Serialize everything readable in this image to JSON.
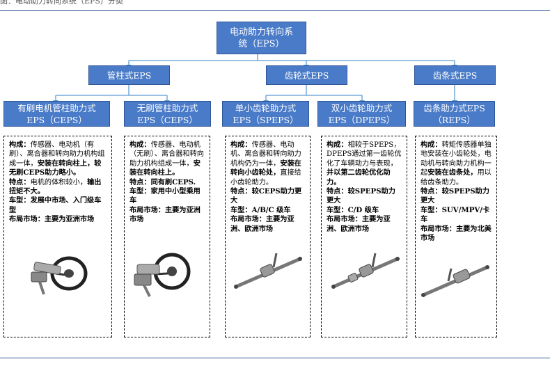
{
  "header_caption": "图：电动助力转向系统（EPS）分类",
  "root": {
    "line1": "电动助力转向系",
    "line2": "统（EPS）"
  },
  "categories": [
    {
      "label": "管柱式EPS"
    },
    {
      "label": "齿轮式EPS"
    },
    {
      "label": "齿条式EPS"
    }
  ],
  "subtypes": [
    {
      "line1": "有刷电机管柱助力式",
      "line2": "EPS（CEPS）"
    },
    {
      "line1": "无刷管柱助力式",
      "line2": "EPS（CEPS）"
    },
    {
      "line1": "单小齿轮助力式",
      "line2": "EPS（SPEPS）"
    },
    {
      "line1": "双小齿轮助力式",
      "line2": "EPS（DPEPS）"
    },
    {
      "line1": "齿条助力式EPS",
      "line2": "（REPS）"
    }
  ],
  "details": [
    {
      "comp_label": "构成：",
      "comp_text": "传感器、电动机（有刷）、离合器和转向助力机构组成一体，",
      "comp_bold": "安装在转向柱上，较无刷CEPS助力略小。",
      "feat_label": "特点：",
      "feat_text": "电机的体积较小，",
      "feat_bold": "输出扭矩不大。",
      "model_label": "车型：",
      "model_text": "发展中市场、入门级车型",
      "market_label": "布局市场：",
      "market_text": "主要为亚洲市场"
    },
    {
      "comp_label": "构成：",
      "comp_text": "传感器、电动机（无刷）、离合器和转向助力机构组成一体，",
      "comp_bold": "安装在转向柱上。",
      "feat_label": "特点：",
      "feat_text": "同有刷CEPS.",
      "feat_bold": "",
      "model_label": "车型：",
      "model_text": "家用中小型乘用车",
      "market_label": "布局市场：",
      "market_text": "主要为亚洲市场"
    },
    {
      "comp_label": "构成：",
      "comp_text": "传感器、电动机、离合器和转向助力机构仍为一体，",
      "comp_bold": "安装在转向小齿轮处，",
      "comp_tail": "直接给小齿轮助力。",
      "feat_label": "特点：",
      "feat_text": "",
      "feat_bold": "较CEPS助力更大",
      "model_label": "车型：",
      "model_text": "A/B/C 级车",
      "market_label": "布局市场：",
      "market_text": "主要为亚洲、欧洲市场"
    },
    {
      "comp_label": "构成：",
      "comp_text": "相较于SPEPS，DPEPS通过第一齿轮优化了车辆动力与表现，",
      "comp_bold": "并以第二齿轮优化助力。",
      "feat_label": "特点：",
      "feat_text": "",
      "feat_bold": "较SPEPS助力更大",
      "model_label": "车型：",
      "model_text": "C/D 级车",
      "market_label": "布局市场：",
      "market_text": "主要为亚洲、欧洲市场"
    },
    {
      "comp_label": "构成：",
      "comp_text": "转矩传感器单独地安装在小齿轮处，电动机与转向助力机构一起",
      "comp_bold": "安装在齿条处，",
      "comp_tail": "用以给齿条助力。",
      "feat_label": "特点：",
      "feat_text": "",
      "feat_bold": "较SPEPS助力更大",
      "model_label": "车型：",
      "model_text": "SUV/MPV/卡车",
      "market_label": "布局市场：",
      "market_text": "主要为北美市场"
    }
  ],
  "colors": {
    "box_fill": "#4a7bc8",
    "box_border": "#2f5597",
    "connector": "#5b9bd5"
  },
  "icons": [
    "steering-column-image",
    "steering-column-image",
    "rack-image",
    "rack-image",
    "rack-image"
  ]
}
